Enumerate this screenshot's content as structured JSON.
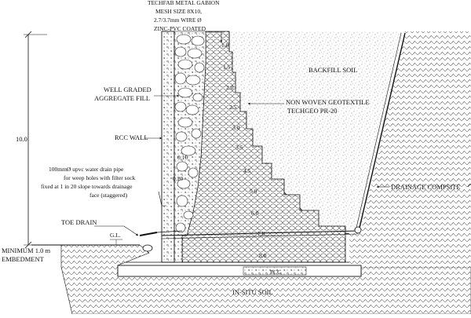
{
  "labels": {
    "gabion_spec_1": "TECHFAB METAL GABION",
    "gabion_spec_2": "MESH SIZE 8X10,",
    "gabion_spec_3": "2.7/3.7mm WIRE Ø",
    "gabion_spec_4": "ZINC-PVC COATED",
    "backfill_soil": "BACKFILL SOIL",
    "well_graded_1": "WELL GRADED",
    "well_graded_2": "AGGREGATE FILL",
    "geotextile_1": "NON WOVEN GEOTEXTILE",
    "geotextile_2": "TECHGEO PR-20",
    "rcc_wall": "RCC WALL",
    "height_dim": "10.0",
    "drain_pipe_1": "100mmØ upvc water drain pipe",
    "drain_pipe_2": "for weep holes with filter sock",
    "drain_pipe_3": "fixed at 1 in 20 slope towards drainage",
    "drain_pipe_4": "face (staggered)",
    "drainage_composite": "DRAINAGE COMPSITE",
    "toe_drain": "TOE DRAIN",
    "ground_level": "G.L.",
    "embedment_1": "MINIMUM 1.0 m",
    "embedment_2": "EMBEDMENT",
    "pcc": "PCC",
    "in_situ_soil": "IN-SITU SOIL",
    "offset_a": "0.10",
    "offset_b": "0.20"
  },
  "layer_lengths": [
    "1.0",
    "1.5",
    "2.0",
    "2.5",
    "3.0",
    "3.5",
    "4.5",
    "5.0",
    "6.0",
    "7.0",
    "8.0"
  ],
  "colors": {
    "ink": "#111111",
    "paper": "#ffffff"
  }
}
